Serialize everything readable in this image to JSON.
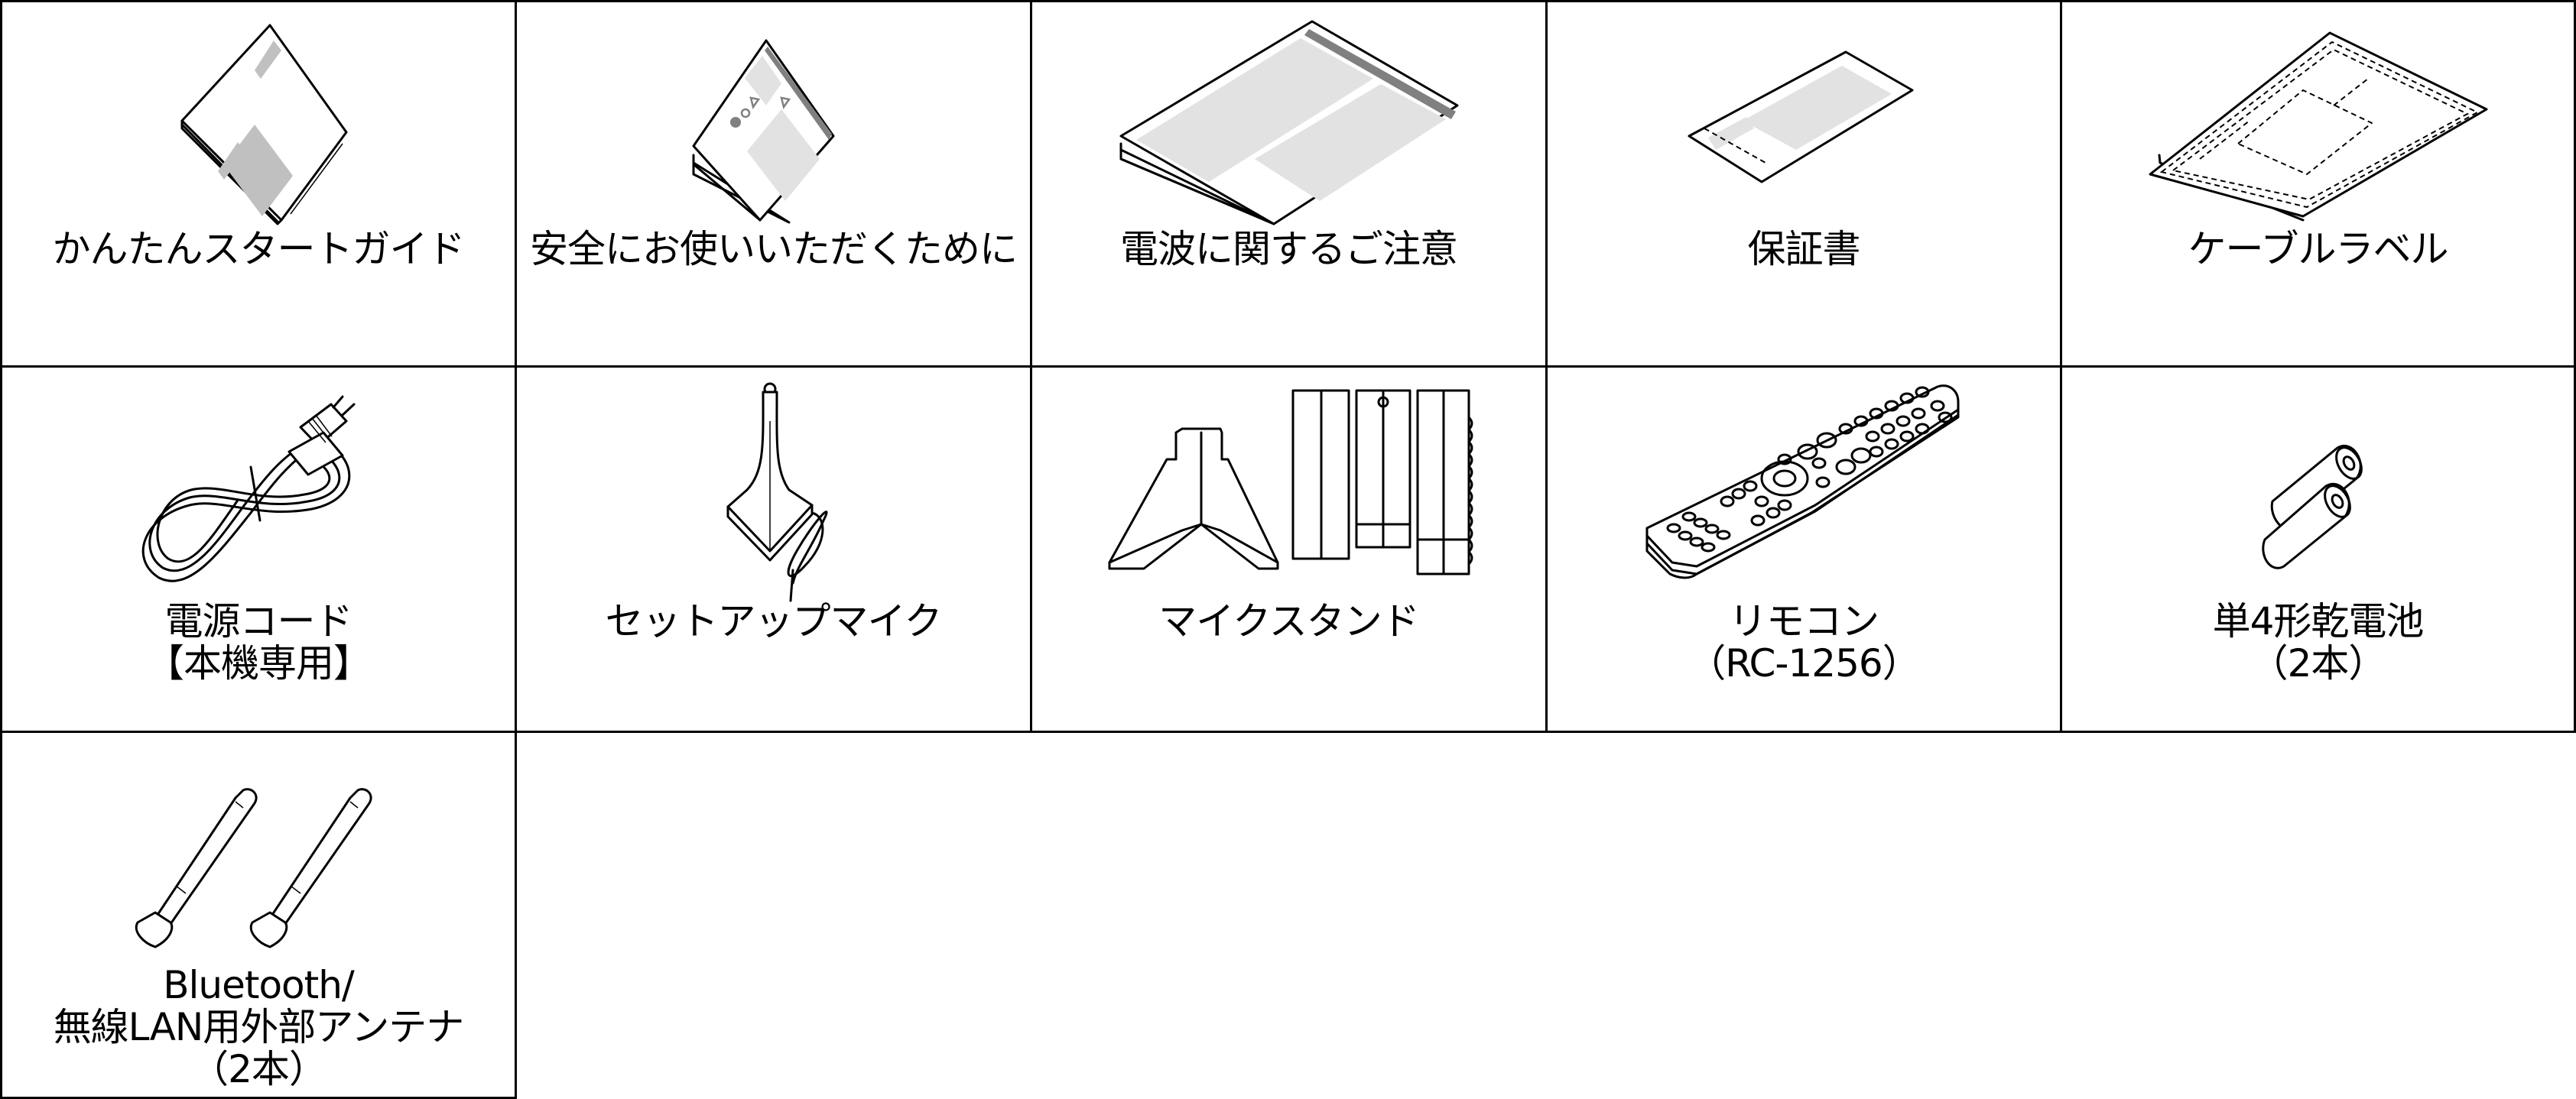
{
  "items": [
    {
      "label": "かんたんスタートガイド",
      "icon": "quick-start-guide-icon"
    },
    {
      "label": "安全にお使いいただくために",
      "icon": "safety-instructions-icon"
    },
    {
      "label": "電波に関するご注意",
      "icon": "radio-wave-notice-icon"
    },
    {
      "label": "保証書",
      "icon": "warranty-card-icon"
    },
    {
      "label": "ケーブルラベル",
      "icon": "cable-label-icon"
    },
    {
      "label": "電源コード\n【本機専用】",
      "icon": "power-cord-icon"
    },
    {
      "label": "セットアップマイク",
      "icon": "setup-microphone-icon"
    },
    {
      "label": "マイクスタンド",
      "icon": "microphone-stand-icon"
    },
    {
      "label": "リモコン\n（RC-1256）",
      "icon": "remote-control-icon"
    },
    {
      "label": "単4形乾電池\n（2本）",
      "icon": "aaa-batteries-icon"
    },
    {
      "label": "Bluetooth/\n無線LAN用外部アンテナ\n（2本）",
      "icon": "external-antenna-icon"
    }
  ],
  "colors": {
    "border": "#000000",
    "background": "#ffffff",
    "gray_dark": "#808080",
    "gray_mid": "#c0c0c0",
    "gray_light": "#e2e2e2"
  }
}
